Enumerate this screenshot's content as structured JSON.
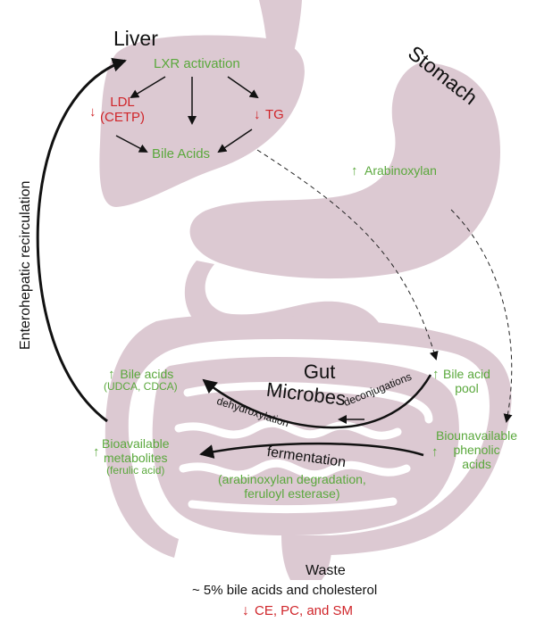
{
  "colors": {
    "green": "#5aa83c",
    "red": "#d0252a",
    "organ": "#dcc9d2"
  },
  "icons": {
    "increase": "up-arrow-icon",
    "decrease": "down-arrow-icon"
  },
  "organs": {
    "liver": "Liver",
    "stomach": "Stomach",
    "gut": [
      "Gut",
      "Microbes"
    ]
  },
  "liver": {
    "lxr": "LXR activation",
    "ldl": [
      "LDL",
      "(CETP)"
    ],
    "tg": "TG",
    "bile_acids": "Bile Acids"
  },
  "stomach": {
    "arabinoxylan": "Arabinoxylan"
  },
  "recirculation": "Enterohepatic recirculation",
  "pool": {
    "bile_acid_pool": [
      "Bile acid",
      "pool"
    ],
    "bioavailable_phenolic": [
      "Biounavailable",
      "phenolic",
      "acids"
    ]
  },
  "products": {
    "bile_acids": [
      "Bile acids",
      "(UDCA, CDCA)"
    ],
    "metabolites": [
      "Bioavailable",
      "metabolites",
      "(ferulic acid)"
    ]
  },
  "processes": {
    "dehydroxylation": "dehydroxylation",
    "deconjugations": "deconjugations",
    "fermentation": "fermentation",
    "fermentation_detail": [
      "(arabinoxylan degradation,",
      "feruloyl esterase)"
    ]
  },
  "waste": {
    "title": "Waste",
    "line1": "~ 5% bile acids and cholesterol",
    "line2": "CE, PC, and SM"
  }
}
